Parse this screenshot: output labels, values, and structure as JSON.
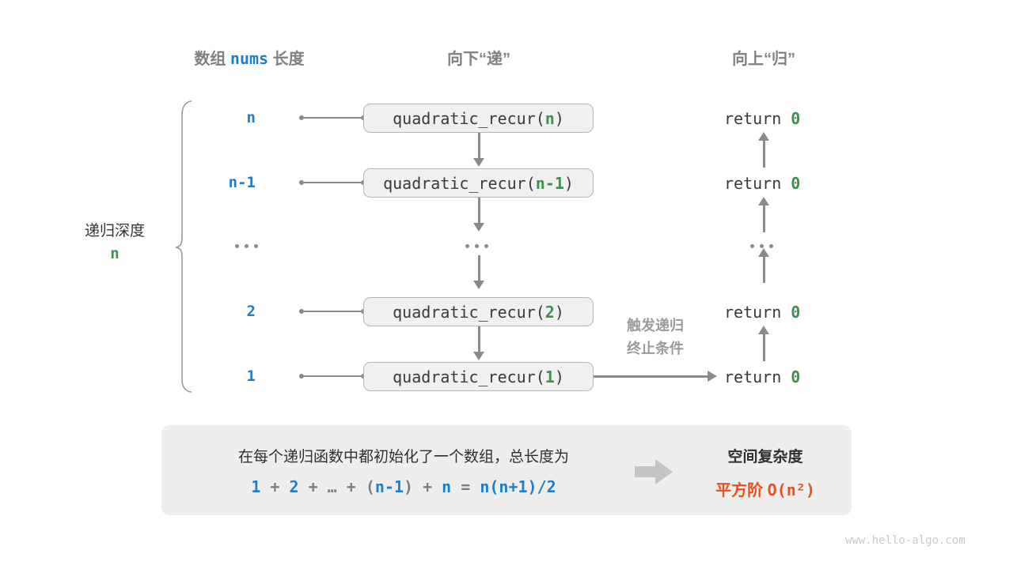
{
  "headers": {
    "left": {
      "pre": "数组 ",
      "highlight": "nums",
      "post": " 长度"
    },
    "middle": "向下“递”",
    "right": "向上“归”"
  },
  "depth_bracket": {
    "label": "递归深度",
    "value": "n"
  },
  "rows": [
    {
      "depth": "n",
      "call_name": "quadratic_recur(",
      "call_arg": "n",
      "call_close": ")",
      "return": "return ",
      "return_value": "0"
    },
    {
      "depth": "n-1",
      "call_name": "quadratic_recur(",
      "call_arg": "n-1",
      "call_close": ")",
      "return": "return ",
      "return_value": "0"
    },
    {
      "depth": "...",
      "call_name": "...",
      "call_arg": "",
      "call_close": "",
      "return": "...",
      "return_value": ""
    },
    {
      "depth": "2",
      "call_name": "quadratic_recur(",
      "call_arg": "2",
      "call_close": ")",
      "return": "return ",
      "return_value": "0"
    },
    {
      "depth": "1",
      "call_name": "quadratic_recur(",
      "call_arg": "1",
      "call_close": ")",
      "return": "return ",
      "return_value": "0"
    }
  ],
  "trigger_note": {
    "line1": "触发递归",
    "line2": "终止条件"
  },
  "summary": {
    "text": "在每个递归函数中都初始化了一个数组，总长度为",
    "formula_parts": [
      {
        "t": "1",
        "c": "b"
      },
      {
        "t": " + ",
        "c": "op"
      },
      {
        "t": "2",
        "c": "b"
      },
      {
        "t": " + ",
        "c": "op"
      },
      {
        "t": "…",
        "c": "op"
      },
      {
        "t": " + ",
        "c": "op"
      },
      {
        "t": "(",
        "c": "op"
      },
      {
        "t": "n-1",
        "c": "b"
      },
      {
        "t": ")",
        "c": "op"
      },
      {
        "t": " + ",
        "c": "op"
      },
      {
        "t": "n",
        "c": "b"
      },
      {
        "t": " = ",
        "c": "op"
      },
      {
        "t": "n(n+1)/2",
        "c": "b"
      }
    ],
    "right_title": "空间复杂度",
    "right_value_pre": "平方阶 ",
    "right_value_mono": "O(n²)"
  },
  "watermark": "www.hello-algo.com",
  "colors": {
    "blue": "#1f7ec8",
    "green": "#3f8f4f",
    "orange": "#ee4d1e",
    "gray": "#8a8a8a",
    "box_fill": "#f0f0f0",
    "panel_fill": "#eeeeee"
  }
}
